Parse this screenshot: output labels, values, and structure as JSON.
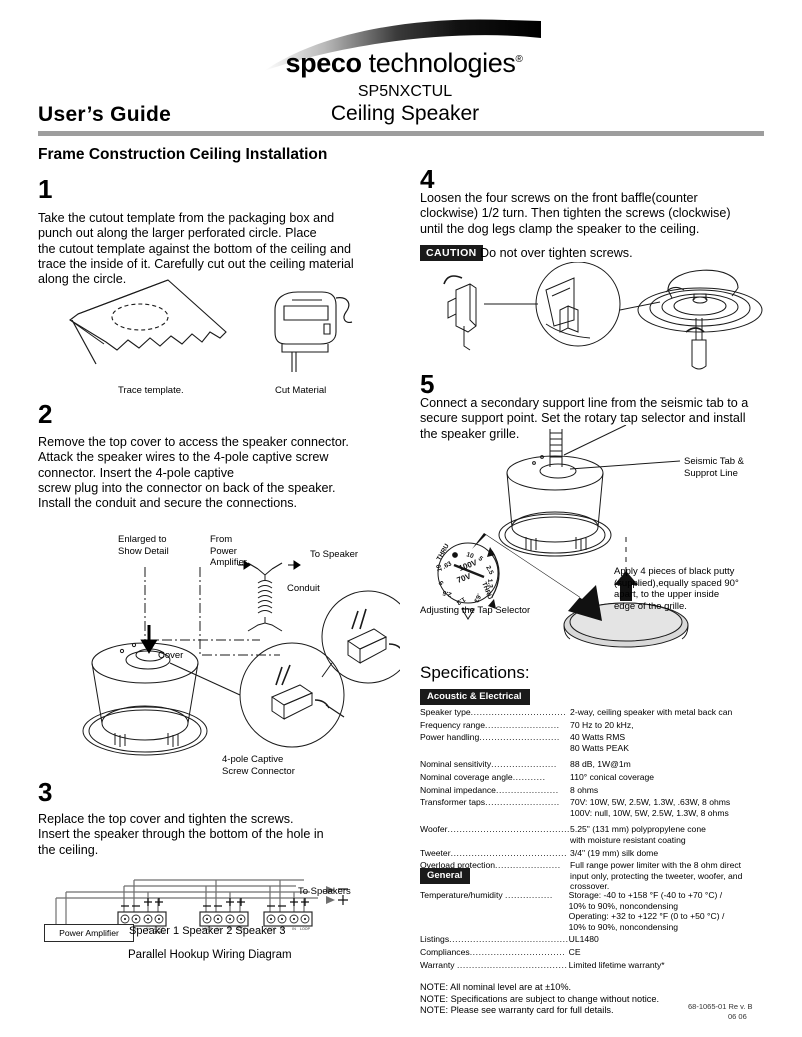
{
  "header": {
    "brand_speco": "speco",
    "brand_technologies": " technologies",
    "brand_reg": "®",
    "model_number": "SP5NXCTUL",
    "product_name": "Ceiling Speaker",
    "users_guide": "User’s  Guide",
    "logo_icon": "speco-swoosh-icon"
  },
  "section_heading": "Frame Construction Ceiling Installation",
  "steps": [
    {
      "number": "1",
      "text": "Take the cutout template from the packaging box and\npunch out along the larger perforated circle. Place\nthe cutout template against the bottom of the ceiling and\ntrace the inside of it. Carefully cut out the ceiling material\nalong the circle."
    },
    {
      "number": "2",
      "text": "Remove the top cover to access the speaker connector.\nAttack the speaker wires to the 4-pole captive screw\nconnector. Insert the 4-pole captive\nscrew plug into the connector on back of the speaker.\nInstall the conduit and secure the connections."
    },
    {
      "number": "3",
      "text": "Replace the top cover and tighten the screws.\nInsert the speaker through the bottom of the hole in\nthe ceiling."
    },
    {
      "number": "4",
      "text": "Loosen the four screws on the front baffle(counter\nclockwise) 1/2 turn. Then tighten the screws (clockwise)\nuntil the dog legs clamp the speaker to the ceiling."
    },
    {
      "number": "5",
      "text": "Connect a secondary support line from the seismic tab to a\nsecure support point. Set the rotary tap selector and install\nthe speaker grille."
    }
  ],
  "caution": {
    "badge": "CAUTION",
    "text": "Do not over tighten screws."
  },
  "captions": {
    "trace_template": "Trace template.",
    "cut_material": "Cut Material",
    "enlarged_to_show_detail": "Enlarged to\nShow Detail",
    "from_power_amplifier": "From\nPower\nAmplifier",
    "to_speaker": "To Speaker",
    "conduit": "Conduit",
    "cover": "Cover",
    "captive_connector": "4-pole Captive\nScrew Connector",
    "seismic_tab": "Seismic Tab &\nSupprot Line",
    "putty_note": "Apply 4 pieces of black putty\n(supplied),equally spaced 90°\napart, to the upper inside\nedge of the grille.",
    "tap_selector": "Adjusting the Tap Selector",
    "to_speakers": "To Speakers",
    "power_amplifier": "Power Amplifier",
    "speakers_row": "Speaker 1 Speaker 2 Speaker 3",
    "wiring_diagram": "Parallel Hookup Wiring Diagram"
  },
  "tap_dial": {
    "values": [
      "10",
      "5",
      "2.5",
      "1.3",
      ".63",
      "THRU",
      "THRU",
      "70V",
      "100V",
      "1.3",
      "2.5",
      "5",
      "10"
    ],
    "marker": "triangle-marker-icon"
  },
  "terminal_labels": {
    "loop_thru": "LOOP\nTHRU",
    "in": "IN",
    "minus": "–",
    "plus": "+"
  },
  "specifications": {
    "title": "Specifications:",
    "groups": [
      {
        "header": "Acoustic & Electrical",
        "rows": [
          {
            "label": "Speaker type",
            "dots": "................................",
            "value": "2-way, ceiling speaker with metal back can",
            "gap": false
          },
          {
            "label": "Frequency range",
            "dots": ".........................",
            "value": "70 Hz to 20 kHz,",
            "gap": false
          },
          {
            "label": "Power handling",
            "dots": "...........................",
            "value": "40 Watts RMS\n80 Watts PEAK",
            "gap": false
          },
          {
            "label": "Nominal sensitivity",
            "dots": "......................",
            "value": "88 dB, 1W@1m",
            "gap": true
          },
          {
            "label": "Nominal coverage angle",
            "dots": "...........",
            "value": "110° conical coverage",
            "gap": false
          },
          {
            "label": "Nominal impedance",
            "dots": ".....................",
            "value": "8 ohms",
            "gap": false
          },
          {
            "label": "Transformer taps",
            "dots": ".........................",
            "value": "70V:    10W,  5W, 2.5W, 1.3W, .63W, 8 ohms\n100V:   null, 10W, 5W, 2.5W, 1.3W,  8 ohms",
            "gap": false
          },
          {
            "label": "Woofer",
            "dots": ".........................................",
            "value": "5.25\" (131 mm) polypropylene cone\nwith moisture resistant coating",
            "gap": true
          },
          {
            "label": "Tweeter",
            "dots": ".......................................",
            "value": "3/4\" (19 mm) silk dome",
            "gap": false
          },
          {
            "label": "Overload protection",
            "dots": "......................",
            "value": "Full range power limiter with the 8 ohm direct\ninput only, protecting the tweeter, woofer, and\ncrossover.",
            "gap": false
          }
        ]
      },
      {
        "header": "General",
        "rows": [
          {
            "label": "Temperature/humidity ",
            "dots": "................",
            "value": "Storage: -40 to +158 °F (-40 to +70 °C) /\n10% to 90%, noncondensing\nOperating: +32 to +122 °F (0 to +50 °C) /\n10% to 90%, noncondensing",
            "gap": false
          },
          {
            "label": "Listings",
            "dots": "........................................",
            "value": "UL1480",
            "gap": false
          },
          {
            "label": "Compliances",
            "dots": "................................",
            "value": "CE",
            "gap": false
          },
          {
            "label": "Warranty ",
            "dots": ".....................................",
            "value": "Limited lifetime warranty*",
            "gap": false
          }
        ]
      }
    ]
  },
  "notes": "NOTE:  All nominal level are at ±10%.\nNOTE:  Specifications are subject to change without notice.\nNOTE:  Please see warranty card for full details.",
  "footer": {
    "doc_code": "68-1065-01  Re v. B",
    "doc_date": "06 06"
  }
}
